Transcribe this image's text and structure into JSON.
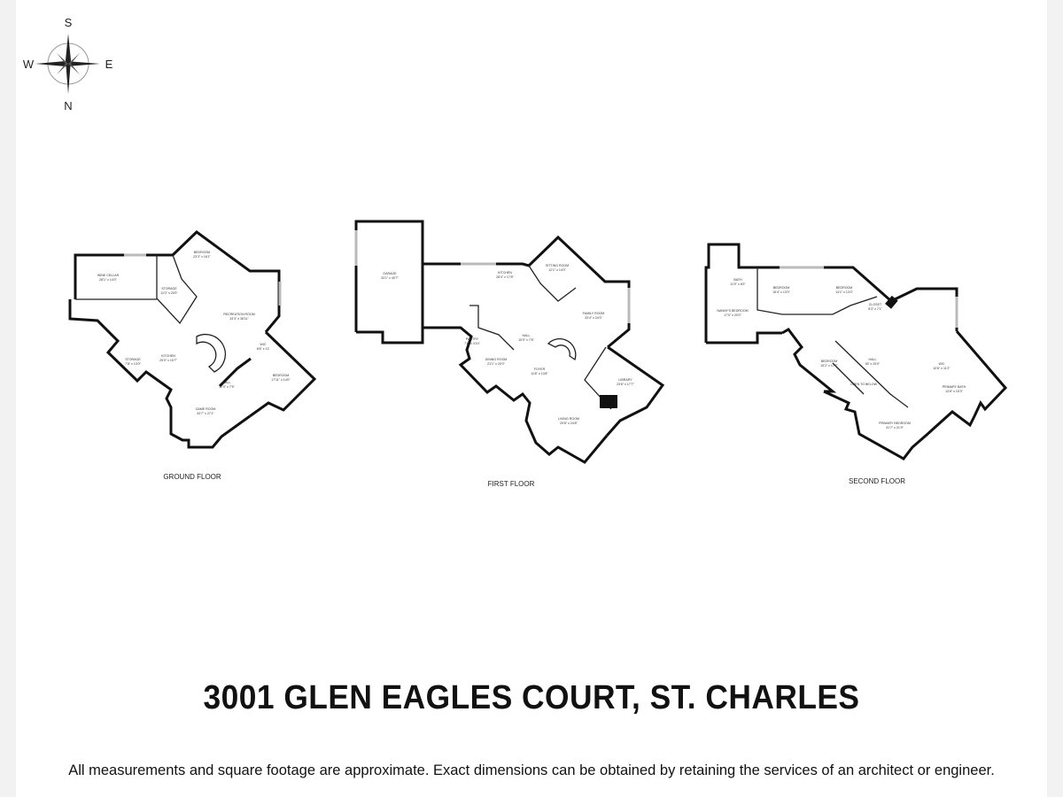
{
  "compass": {
    "north": "N",
    "south": "S",
    "east": "E",
    "west": "W"
  },
  "floors": {
    "ground": {
      "label": "GROUND FLOOR",
      "rooms": [
        {
          "name": "WINE CELLAR",
          "dims": "28'1\" x 14'0\""
        },
        {
          "name": "STORAGE",
          "dims": "11'0\" x 20'0\""
        },
        {
          "name": "BEDROOM",
          "dims": "23'3\" x 16'1\""
        },
        {
          "name": "RECREATION ROOM",
          "dims": "33'3\" x 36'11\""
        },
        {
          "name": "KITCHEN",
          "dims": "25'0\" x 15'7\""
        },
        {
          "name": "STORAGE",
          "dims": "7'8\" x 13'0\""
        },
        {
          "name": "GAME ROOM",
          "dims": "33'7\" x 27'1\""
        },
        {
          "name": "BEDROOM",
          "dims": "17'11\" x 14'0\""
        },
        {
          "name": "HALL",
          "dims": "12'0\" x 7'5\""
        },
        {
          "name": "WIC",
          "dims": "6'8\" x 13'"
        }
      ]
    },
    "first": {
      "label": "FIRST FLOOR",
      "rooms": [
        {
          "name": "GARAGE",
          "dims": "33'1\" x 40'7\""
        },
        {
          "name": "KITCHEN",
          "dims": "28'4\" x 17'8\""
        },
        {
          "name": "SITTING ROOM",
          "dims": "12'1\" x 14'0\""
        },
        {
          "name": "FAMILY ROOM",
          "dims": "33'4\" x 24'0\""
        },
        {
          "name": "DINING ROOM",
          "dims": "21'1\" x 20'0\""
        },
        {
          "name": "FOYER",
          "dims": "11'8\" x 13'8\""
        },
        {
          "name": "LIVING ROOM",
          "dims": "29'8\" x 24'8\""
        },
        {
          "name": "LIBRARY",
          "dims": "23'6\" x 17'7\""
        },
        {
          "name": "PANTRY",
          "dims": "7'8\" x 4'10\""
        },
        {
          "name": "HALL",
          "dims": "10'0\" x 7'8\""
        }
      ]
    },
    "second": {
      "label": "SECOND FLOOR",
      "rooms": [
        {
          "name": "NANNY'S BEDROOM",
          "dims": "17'0\" x 20'0\""
        },
        {
          "name": "BATH",
          "dims": "11'9\" x 8'3\""
        },
        {
          "name": "BEDROOM",
          "dims": "15'4\" x 13'0\""
        },
        {
          "name": "BEDROOM",
          "dims": "14'1\" x 13'0\""
        },
        {
          "name": "CLOSET",
          "dims": "8'3\" x 7'1\""
        },
        {
          "name": "OPEN TO BELOW",
          "dims": ""
        },
        {
          "name": "HALL",
          "dims": "50' x 25'0\""
        },
        {
          "name": "BEDROOM",
          "dims": "15'2\" x 17'2\""
        },
        {
          "name": "PRIMARY BEDROOM",
          "dims": "31'7\" x 21'9\""
        },
        {
          "name": "PRIMARY BATH",
          "dims": "13'8\" x 15'3\""
        },
        {
          "name": "WIC",
          "dims": "10'6\" x 11'2\""
        }
      ]
    }
  },
  "title": "3001 GLEN EAGLES COURT, ST. CHARLES",
  "disclaimer": "All measurements and square footage are approximate. Exact dimensions can be obtained by retaining the services of an architect or engineer."
}
